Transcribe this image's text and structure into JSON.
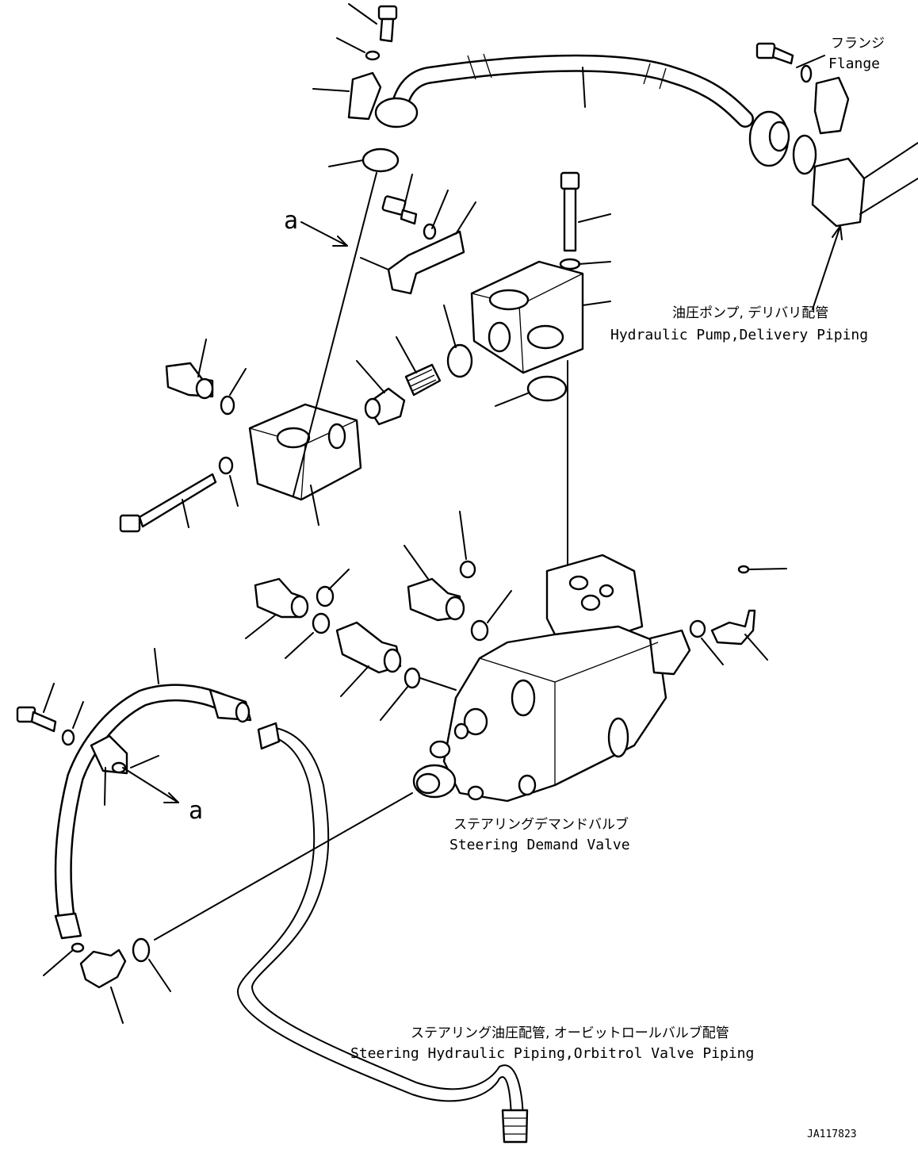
{
  "labels": {
    "flange_jp": "フランジ",
    "flange_en": "Flange",
    "pump_piping_jp": "油圧ポンプ, デリバリ配管",
    "pump_piping_en": "Hydraulic Pump,Delivery Piping",
    "demand_valve_jp": "ステアリングデマンドバルブ",
    "demand_valve_en": "Steering Demand Valve",
    "steering_piping_jp": "ステアリング油圧配管, オービットロールバルブ配管",
    "steering_piping_en": "Steering Hydraulic Piping,Orbitrol Valve Piping",
    "view_marker_top": "a",
    "view_marker_bottom": "a",
    "drawing_code": "JA117823"
  }
}
